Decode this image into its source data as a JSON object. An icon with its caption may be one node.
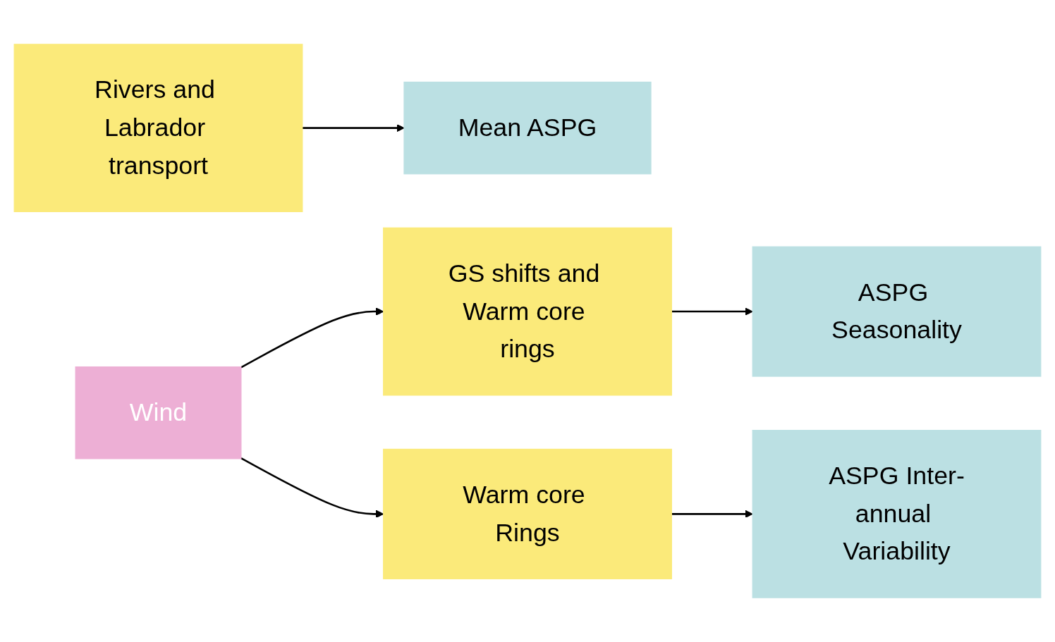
{
  "diagram": {
    "nodes": [
      {
        "text": [
          "Rivers and Labrador transport"
        ]
      },
      {
        "text": [
          "Mean ASPG"
        ]
      },
      {
        "text": [
          "GS shifts and Warm core rings"
        ]
      },
      {
        "text": [
          "ASPG Seasonality"
        ]
      },
      {
        "text": [
          "Wind"
        ]
      },
      {
        "text": [
          "Warm core Rings"
        ]
      },
      {
        "text": [
          "ASPG Inter-annual Variability"
        ]
      }
    ],
    "edges": [
      {
        "from": 0,
        "to": 1,
        "arrow": "to"
      },
      {
        "from": 2,
        "to": 3,
        "arrow": "to"
      },
      {
        "from": 4,
        "to": 2,
        "arrow": "to"
      },
      {
        "from": 4,
        "to": 5,
        "arrow": "to"
      },
      {
        "from": 5,
        "to": 6,
        "arrow": "to"
      }
    ]
  }
}
